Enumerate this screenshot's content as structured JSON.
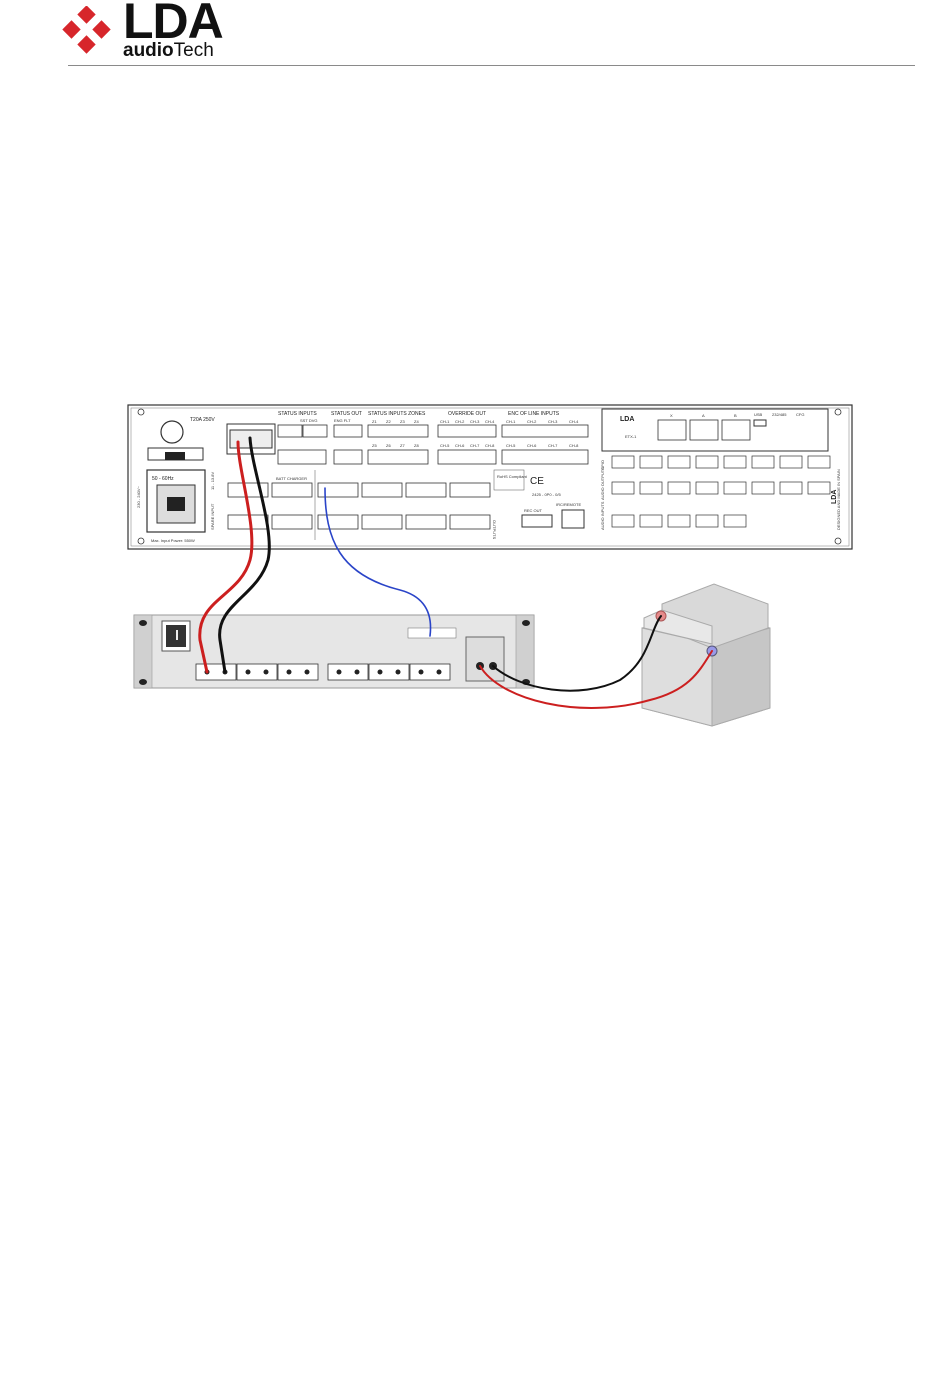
{
  "header": {
    "logo_word": "LDA",
    "logo_sub_bold": "audio",
    "logo_sub_rest": "Tech"
  },
  "rear_panel": {
    "sections": [
      {
        "key": "status_inputs",
        "label": "STATUS INPUTS"
      },
      {
        "key": "sst_dvg",
        "label": "SST DVG"
      },
      {
        "key": "status_out",
        "label": "STATUS OUT"
      },
      {
        "key": "eng_flt",
        "label": "ENG FLT"
      },
      {
        "key": "status_inputs_zones",
        "label": "STATUS INPUTS ZONES"
      },
      {
        "key": "override_out",
        "label": "OVERRIDE OUT"
      },
      {
        "key": "enc_line_inputs",
        "label": "ENC OF LINE INPUTS"
      }
    ],
    "zones_top": [
      "Z1",
      "Z2",
      "Z3",
      "Z4"
    ],
    "zones_bottom": [
      "Z5",
      "Z6",
      "Z7",
      "Z8"
    ],
    "override_top": [
      "CH-1",
      "CH-2",
      "CH-3",
      "CH-4"
    ],
    "override_bottom": [
      "CH-5",
      "CH-6",
      "CH-7",
      "CH-8"
    ],
    "eol_top": [
      "CH-1",
      "CH-2",
      "CH-3",
      "CH-4"
    ],
    "eol_bottom": [
      "CH-5",
      "CH-6",
      "CH-7",
      "CH-8"
    ],
    "fuse": "T20A\n250V",
    "mains_freq": "50 - 60Hz",
    "mains_voltage": "230 - 240V~",
    "max_power": "Max. Input Power: 550W",
    "dc_voltage": "11 - 13.8V",
    "batt_charger": "BATT CHARGER",
    "spare_input": "SPARE INPUT",
    "outputs_label": "OUTPUTS",
    "rohs_compliant": "RoHS Compliant",
    "ce": "CE",
    "part_code": "2425 - 0P0 - 0/5",
    "ir_remote": "IRC/REMOTE",
    "rec_out": "REC OUT",
    "eth_module": "ETX-1",
    "eth_ports": [
      "X",
      "A",
      "B"
    ],
    "usb_label": "USB",
    "rs485_label": "232/485",
    "cfg_label": "CFG",
    "gpio_label": "GPIO",
    "audio_outputs_label": "AUDIO OUTPUTS",
    "audio_inputs_label": "AUDIO INPUTS",
    "designed_made": "DESIGNED AND MADE IN SPAIN",
    "brand_small": "LDA"
  },
  "colors": {
    "red_wire": "#cc1f1f",
    "black_wire": "#111111",
    "blue_wire": "#2a44c8",
    "logo_red": "#d7262b",
    "battery_grey": "#d9d9d9"
  }
}
